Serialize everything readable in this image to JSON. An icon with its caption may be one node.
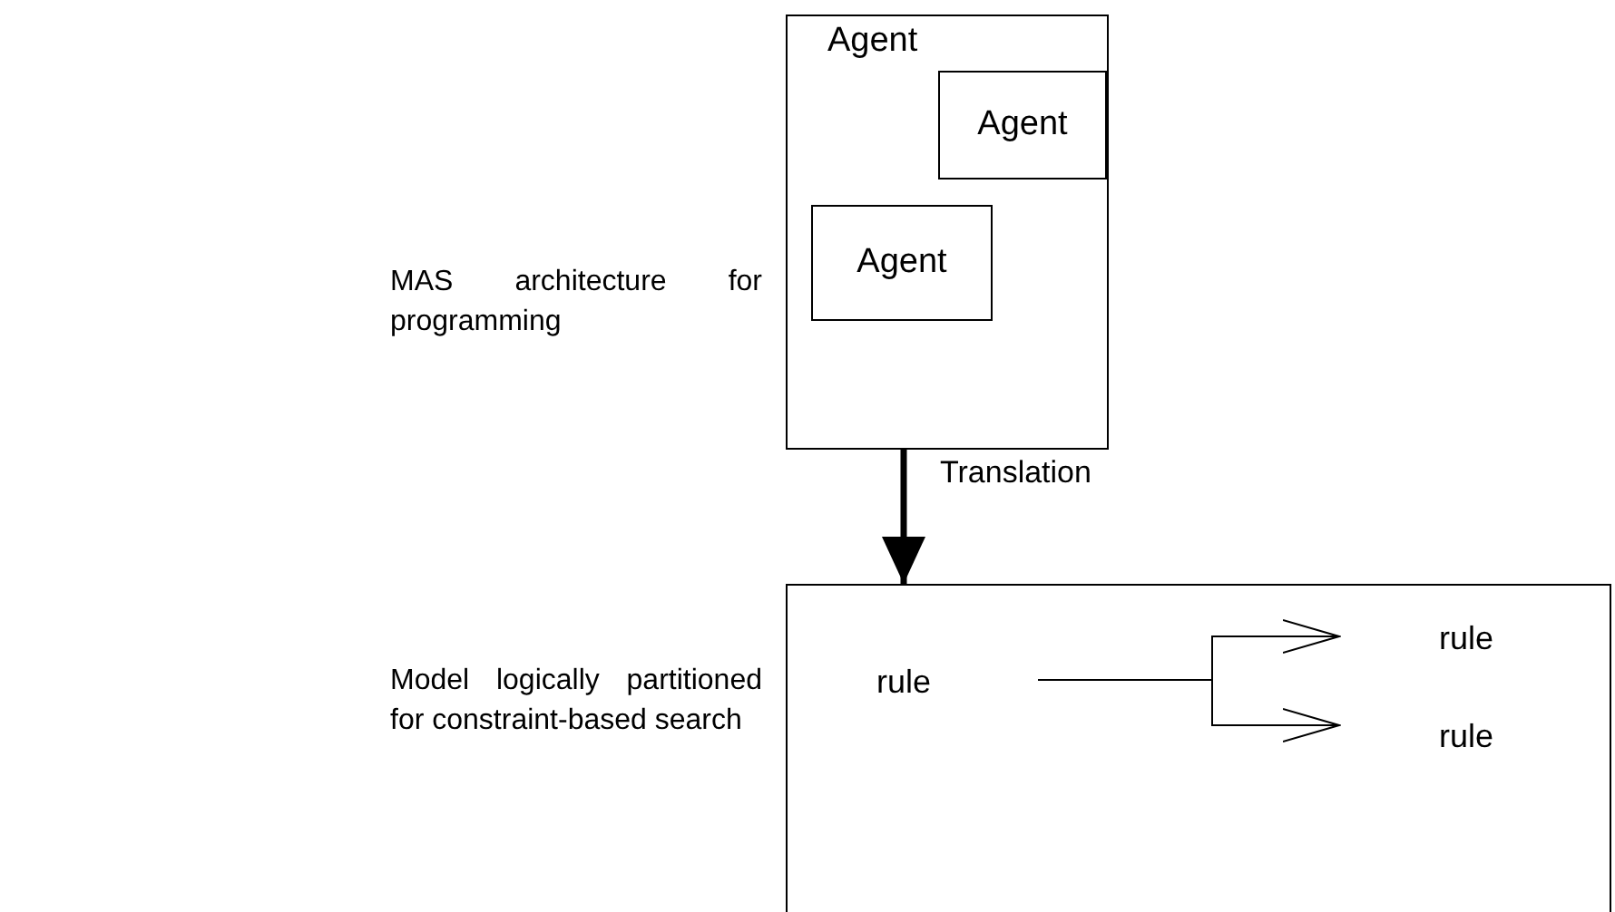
{
  "diagram": {
    "nodes": [
      {
        "text": [
          "Agent"
        ]
      },
      {
        "text": [
          "Agent"
        ],
        "in": 0
      },
      {
        "text": [
          "Agent"
        ],
        "in": 0
      },
      {
        "text": [],
        "shape": "box"
      },
      {
        "text": [
          "rule"
        ],
        "in": 3
      },
      {
        "text": [
          "rule"
        ],
        "in": 3
      },
      {
        "text": [
          "rule"
        ],
        "in": 3
      }
    ],
    "edges": [
      {
        "from": 0,
        "to": 3,
        "arrow": "to",
        "label": "Translation",
        "style": "thick"
      },
      {
        "from": 4,
        "to": 5,
        "arrow": "to"
      },
      {
        "from": 4,
        "to": 6,
        "arrow": "to"
      }
    ],
    "labels": [
      "MAS architecture for programming",
      "Model logically partitioned for constraint-based search"
    ]
  }
}
